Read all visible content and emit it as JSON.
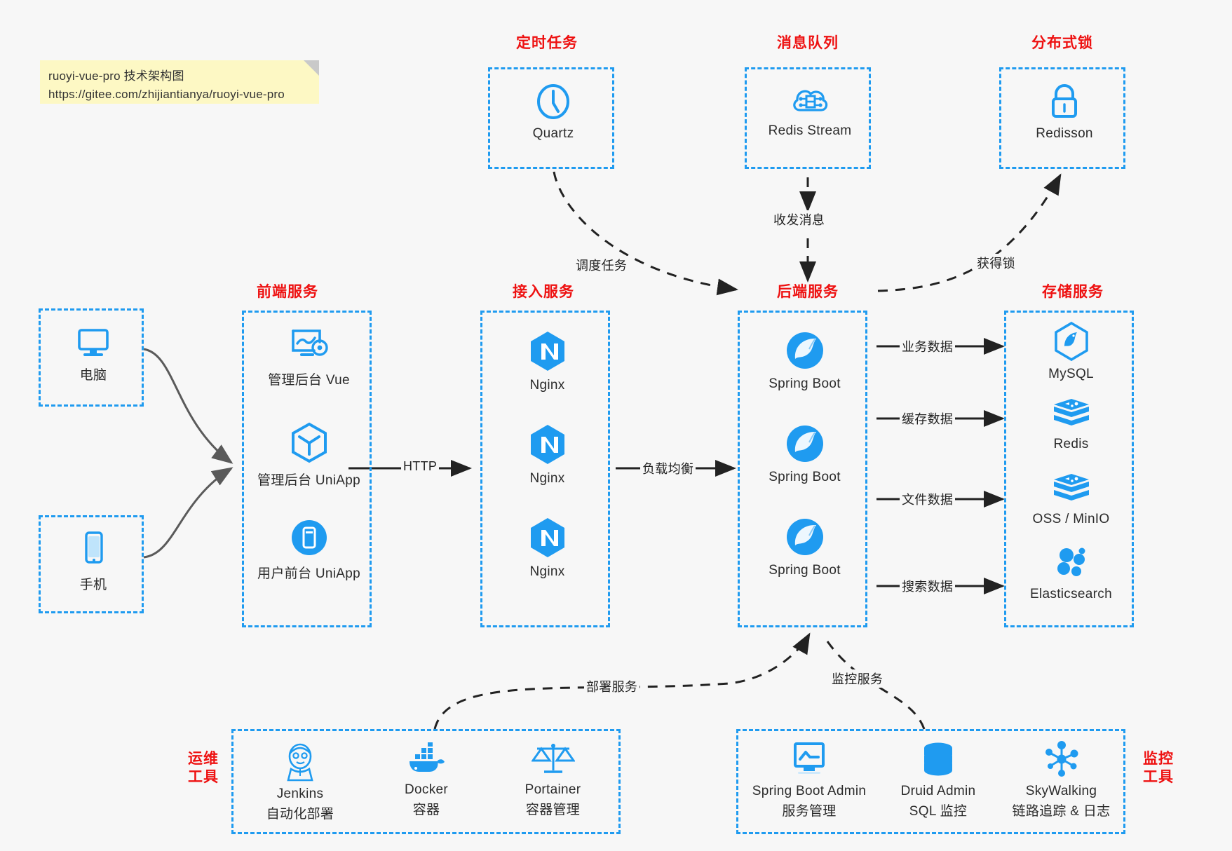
{
  "note": {
    "line1": "ruoyi-vue-pro 技术架构图",
    "line2": "https://gitee.com/zhijiantianya/ruoyi-vue-pro"
  },
  "colors": {
    "accent_blue": "#1f9bf0",
    "title_red": "#ee1111",
    "note_yellow": "#fdf8c4",
    "arrow_black": "#222222",
    "arrow_gray": "#5a5a5a",
    "background": "#f7f7f7"
  },
  "groups": {
    "scheduled_task": "定时任务",
    "message_queue": "消息队列",
    "distributed_lock": "分布式锁",
    "frontend_service": "前端服务",
    "gateway_service": "接入服务",
    "backend_service": "后端服务",
    "storage_service": "存储服务",
    "devops_tools": "运维\n工具",
    "devops_tools_l1": "运维",
    "devops_tools_l2": "工具",
    "monitor_tools_l1": "监控",
    "monitor_tools_l2": "工具"
  },
  "top_nodes": {
    "quartz": {
      "label": "Quartz",
      "icon": "clock-icon"
    },
    "redis_stream": {
      "label": "Redis Stream",
      "icon": "cloud-stream-icon"
    },
    "redisson": {
      "label": "Redisson",
      "icon": "lock-icon"
    }
  },
  "clients": [
    {
      "label": "电脑",
      "icon": "desktop-computer-icon"
    },
    {
      "label": "手机",
      "icon": "mobile-phone-icon"
    }
  ],
  "frontend": [
    {
      "label": "管理后台 Vue",
      "icon": "dashboard-gear-icon"
    },
    {
      "label": "管理后台 UniApp",
      "icon": "cube-icon"
    },
    {
      "label": "用户前台 UniApp",
      "icon": "mobile-app-icon"
    }
  ],
  "gateway": [
    {
      "label": "Nginx",
      "icon": "nginx-icon"
    },
    {
      "label": "Nginx",
      "icon": "nginx-icon"
    },
    {
      "label": "Nginx",
      "icon": "nginx-icon"
    }
  ],
  "backend": [
    {
      "label": "Spring Boot",
      "icon": "spring-leaf-icon"
    },
    {
      "label": "Spring Boot",
      "icon": "spring-leaf-icon"
    },
    {
      "label": "Spring Boot",
      "icon": "spring-leaf-icon"
    }
  ],
  "storage": [
    {
      "label": "MySQL",
      "icon": "mysql-dolphin-icon"
    },
    {
      "label": "Redis",
      "icon": "redis-stack-icon"
    },
    {
      "label": "OSS / MinIO",
      "icon": "redis-stack-icon"
    },
    {
      "label": "Elasticsearch",
      "icon": "elasticsearch-icon"
    }
  ],
  "devops": [
    {
      "label": "Jenkins",
      "sub": "自动化部署",
      "icon": "jenkins-butler-icon"
    },
    {
      "label": "Docker",
      "sub": "容器",
      "icon": "docker-whale-icon"
    },
    {
      "label": "Portainer",
      "sub": "容器管理",
      "icon": "scales-balance-icon"
    }
  ],
  "monitor": [
    {
      "label": "Spring Boot Admin",
      "sub": "服务管理",
      "icon": "monitor-chart-icon"
    },
    {
      "label": "Druid Admin",
      "sub": "SQL 监控",
      "icon": "database-cylinder-icon"
    },
    {
      "label": "SkyWalking",
      "sub": "链路追踪 & 日志",
      "icon": "network-nodes-icon"
    }
  ],
  "edges": {
    "http": "HTTP",
    "load_balance": "负载均衡",
    "schedule_task": "调度任务",
    "send_receive_message": "收发消息",
    "acquire_lock": "获得锁",
    "business_data": "业务数据",
    "cache_data": "缓存数据",
    "file_data": "文件数据",
    "search_data": "搜索数据",
    "deploy_service": "部署服务",
    "monitor_service": "监控服务"
  }
}
